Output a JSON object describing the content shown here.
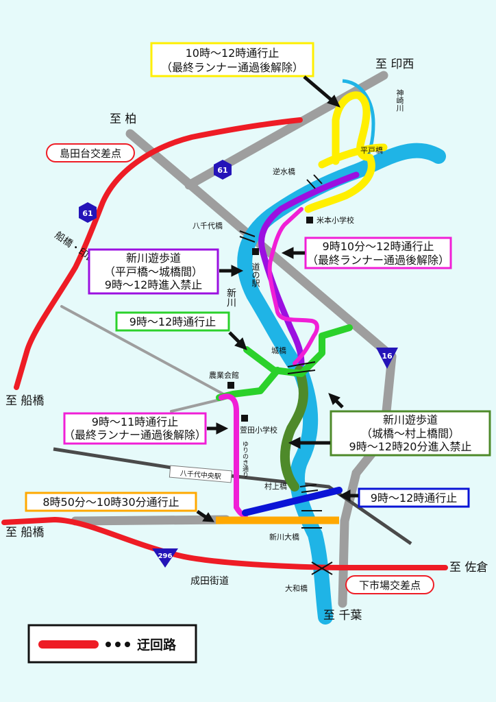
{
  "colors": {
    "background": "#e6fafa",
    "detour": "#ee1c25",
    "road": "#9e9e9e",
    "river": "#1fb4e6",
    "yellow": "#ffef00",
    "purple": "#9b10e0",
    "magenta": "#f01fd6",
    "green": "#2bd12b",
    "darkgreen": "#4e8a2a",
    "blue": "#0a14d6",
    "orange": "#ffa800",
    "shield_blue": "#2414b8"
  },
  "directions": {
    "inzai": "至 印西",
    "kashiwa": "至 柏",
    "funabashi_west": "至 船橋",
    "funabashi_south": "至 船橋",
    "sakura": "至 佐倉",
    "chiba": "至 千葉"
  },
  "intersections": {
    "shimadadai": "島田台交差点",
    "shimoichiba": "下市場交差点"
  },
  "routes": {
    "r61_top": "61",
    "r61_left": "61",
    "r16": "16",
    "r296": "296"
  },
  "places": {
    "kanzaki_river": "神崎川",
    "hirato_bridge": "平戸橋",
    "gyakusui_bridge": "逆水橋",
    "yonemoto_school": "米本小学校",
    "yachiyo_bridge": "八千代橋",
    "michinoeki": "道の駅",
    "shinkawa": "新川",
    "jo_bridge": "城橋",
    "nogyo_kaikan": "農業会館",
    "kayata_school": "萱田小学校",
    "yurinoki": "ゆりのき通り",
    "yachiyo_chuo_station": "八千代中央駅",
    "murakami_bridge": "村上橋",
    "shinkawa_ohashi": "新川大橋",
    "yamato_bridge": "大和橋",
    "narita_kaido": "成田街道",
    "rail_line": "船橋・印西線"
  },
  "notices": [
    {
      "lines": [
        "10時～12時通行止",
        "（最終ランナー通過後解除）"
      ],
      "color": "#ffef00"
    },
    {
      "lines": [
        "9時10分～12時通行止",
        "（最終ランナー通過後解除）"
      ],
      "color": "#f01fd6"
    },
    {
      "lines": [
        "新川遊歩道",
        "（平戸橋～城橋間）",
        "9時～12時進入禁止"
      ],
      "color": "#9b10e0"
    },
    {
      "lines": [
        "9時～12時通行止"
      ],
      "color": "#2bd12b"
    },
    {
      "lines": [
        "9時～11時通行止",
        "（最終ランナー通過後解除）"
      ],
      "color": "#f01fd6"
    },
    {
      "lines": [
        "新川遊歩道",
        "（城橋～村上橋間）",
        "9時～12時20分進入禁止"
      ],
      "color": "#4e8a2a"
    },
    {
      "lines": [
        "8時50分～10時30分通行止"
      ],
      "color": "#ffa800"
    },
    {
      "lines": [
        "9時～12時通行止"
      ],
      "color": "#0a14d6"
    }
  ],
  "legend": {
    "label": "迂回路"
  }
}
